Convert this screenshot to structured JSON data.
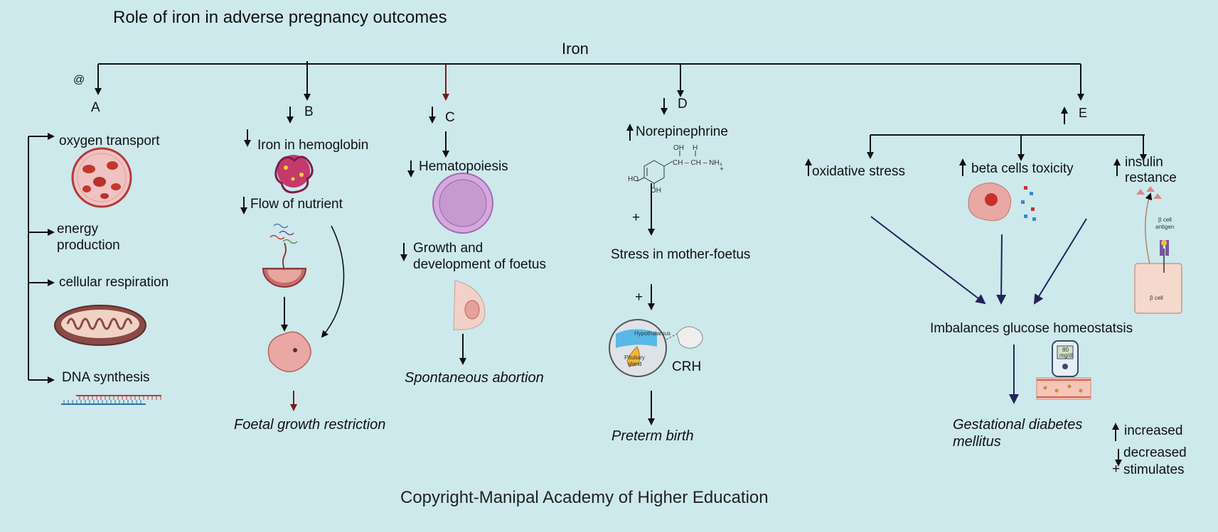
{
  "title": "Role of iron in adverse pregnancy outcomes",
  "root": "Iron",
  "at_symbol": "@",
  "branches": {
    "A": {
      "letter": "A",
      "items": [
        "oxygen transport",
        "energy",
        "production",
        "cellular respiration",
        "DNA synthesis"
      ]
    },
    "B": {
      "letter": "B",
      "items": [
        "Iron in hemoglobin",
        "Flow of nutrient"
      ],
      "outcome": "Foetal growth restriction"
    },
    "C": {
      "letter": "C",
      "items": [
        "Hematopoiesis",
        "Growth and",
        "development of foetus"
      ],
      "outcome": "Spontaneous abortion"
    },
    "D": {
      "letter": "D",
      "items": [
        "Norepinephrine",
        "Stress in mother-foetus",
        "CRH"
      ],
      "plus": "+",
      "outcome": "Preterm birth",
      "molecule": {
        "oh_top": "OH",
        "h_top": "H",
        "chain": "CH – CH – NH₃",
        "ho": "HO",
        "oh_bottom": "OH",
        "plus_charge": "+"
      },
      "brain_labels": {
        "hypothalamus": "Hypothalamus",
        "pituitary_1": "Pituitary",
        "pituitary_2": "gland"
      }
    },
    "E": {
      "letter": "E",
      "items": [
        "oxidative stress",
        "beta cells toxicity",
        "insulin",
        "restance"
      ],
      "beta_labels": {
        "antigen_1": "β cell",
        "antigen_2": "antigen",
        "cell": "β cell"
      },
      "meter_labels": {
        "value": "80",
        "unit": "mg/dl"
      },
      "merge": "Imbalances glucose homeostatsis",
      "outcome_1": "Gestational diabetes",
      "outcome_2": "mellitus"
    }
  },
  "legend": {
    "increased": "increased",
    "decreased": "decreased",
    "stimulates": "stimulates"
  },
  "copyright": "Copyright-Manipal Academy of Higher Education"
}
